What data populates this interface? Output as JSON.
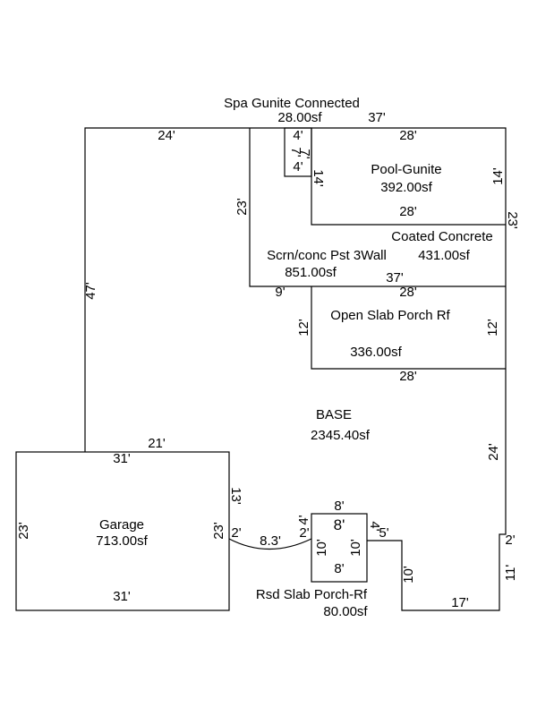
{
  "areas": {
    "spa_label": "Spa Gunite Connected",
    "spa_area": "28.00sf",
    "pool_label": "Pool-Gunite",
    "pool_area": "392.00sf",
    "coated_label": "Coated Concrete",
    "coated_area": "431.00sf",
    "screen_label": "Scrn/conc Pst 3Wall",
    "screen_area": "851.00sf",
    "open_porch_label": "Open Slab Porch Rf",
    "open_porch_area": "336.00sf",
    "base_label": "BASE",
    "base_area": "2345.40sf",
    "garage_label": "Garage",
    "garage_area": "713.00sf",
    "rsd_porch_label": "Rsd Slab Porch-Rf",
    "rsd_porch_area": "80.00sf"
  },
  "dimensions": {
    "base_top_left": "24'",
    "screen_top": "37'",
    "spa_top": "4'",
    "spa_left_side": "7'",
    "spa_right_side": "7'",
    "spa_bottom": "4'",
    "pool_top": "28'",
    "pool_left": "14'",
    "pool_right": "14'",
    "pool_bottom": "28'",
    "screen_left": "23'",
    "screen_right": "23'",
    "screen_bottom_left": "9'",
    "screen_bottom": "37'",
    "porch_top": "28'",
    "porch_left": "12'",
    "porch_right": "12'",
    "porch_bottom": "28'",
    "base_left": "47'",
    "base_right_lower": "24'",
    "base_garage_top": "21'",
    "garage_top": "31'",
    "garage_bottom": "31'",
    "garage_left": "23'",
    "garage_right": "23'",
    "garage_right_upper": "13'",
    "garage_step": "2'",
    "curve_len": "8.3'",
    "rsd_step_left": "2'",
    "rsd_left_vert": "4'",
    "rsd_top": "8'",
    "rsd_inner": "8'",
    "rsd_right_vert": "4'",
    "rsd_inner_left": "10'",
    "rsd_inner_right": "10'",
    "rsd_bottom": "8'",
    "base_step_right": "5'",
    "base_bottom_vert": "10'",
    "base_bottom": "17'",
    "base_right_step": "2'",
    "base_right_bottom": "11'"
  }
}
